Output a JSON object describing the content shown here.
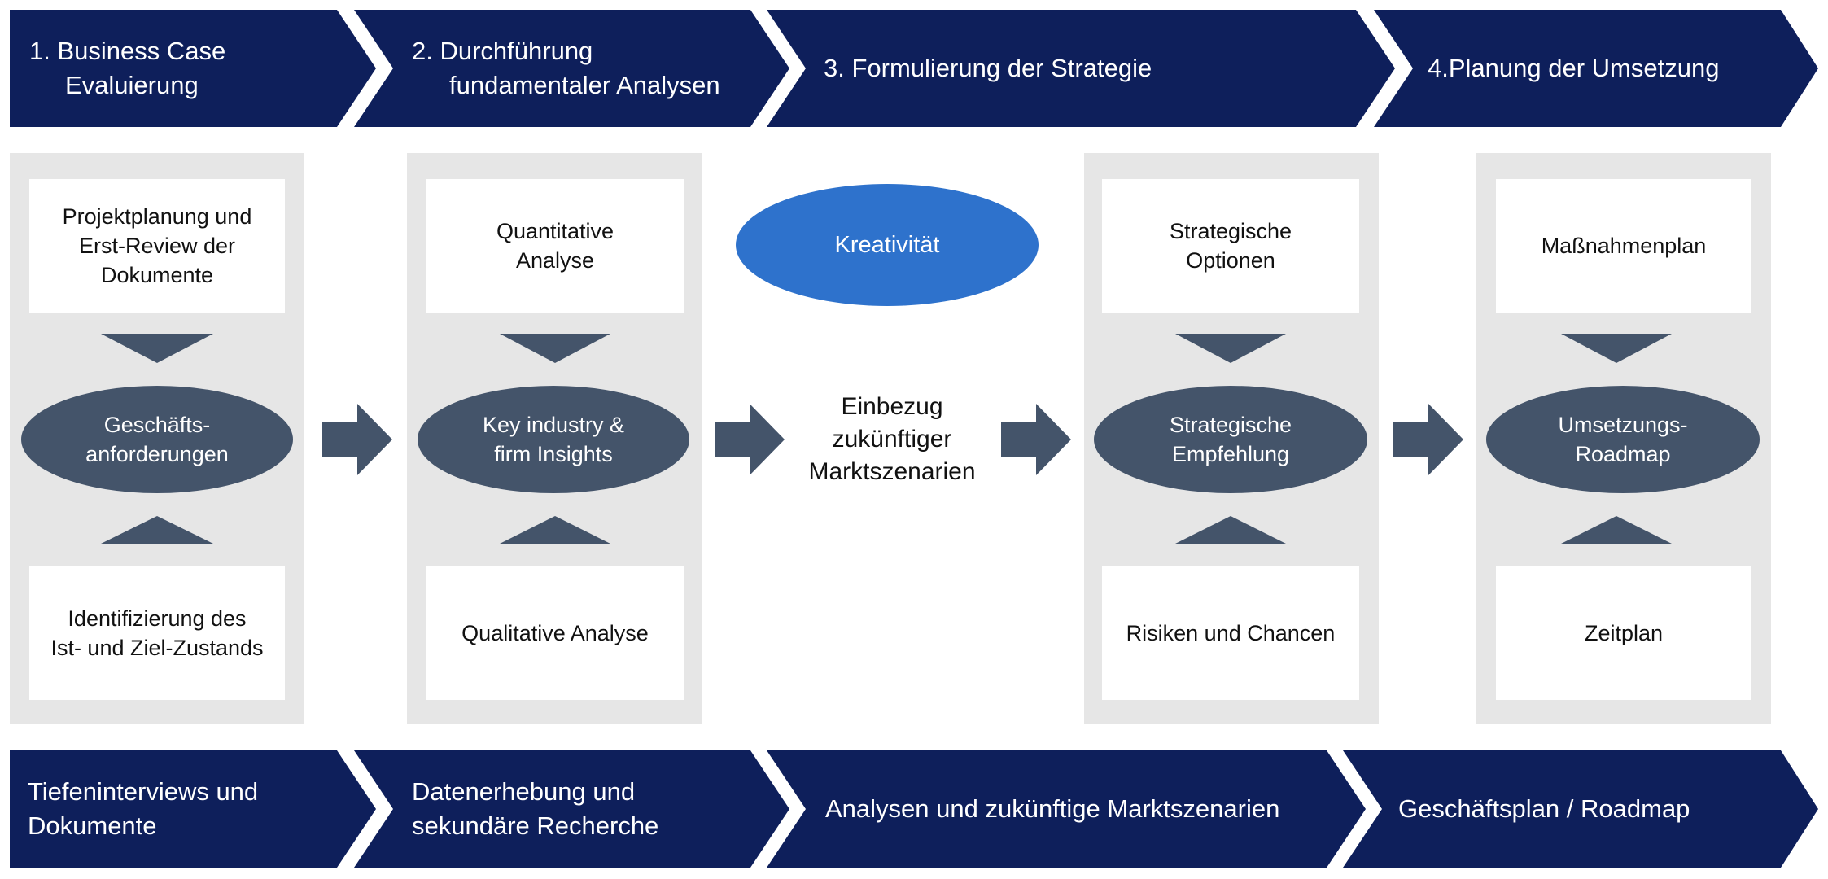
{
  "colors": {
    "navy": "#0e1f5b",
    "slate": "#44546a",
    "panel_gray": "#e6e6e6",
    "accent_blue": "#2e72cc",
    "white": "#ffffff"
  },
  "phases": [
    {
      "line1": "1. Business Case",
      "line2": "Evaluierung"
    },
    {
      "line1": "2. Durchführung",
      "line2": "fundamentaler Analysen"
    },
    {
      "line1": "3. Formulierung der Strategie"
    },
    {
      "line1": "4.Planung der Umsetzung"
    }
  ],
  "columns": [
    {
      "top_box": [
        "Projektplanung und",
        "Erst-Review der",
        "Dokumente"
      ],
      "hub": [
        "Geschäfts-",
        "anforderungen"
      ],
      "bottom_box": [
        "Identifizierung des",
        "Ist- und Ziel-Zustands"
      ]
    },
    {
      "top_box": [
        "Quantitative",
        "Analyse"
      ],
      "hub": [
        "Key industry &",
        "firm Insights"
      ],
      "bottom_box": [
        "Qualitative Analyse"
      ]
    },
    {
      "top_box": [
        "Strategische",
        "Optionen"
      ],
      "hub": [
        "Strategische",
        "Empfehlung"
      ],
      "bottom_box": [
        "Risiken und Chancen"
      ]
    },
    {
      "top_box": [
        "Maßnahmenplan"
      ],
      "hub": [
        "Umsetzungs-",
        "Roadmap"
      ],
      "bottom_box": [
        "Zeitplan"
      ]
    }
  ],
  "center": {
    "creativity": "Kreativität",
    "scenario": [
      "Einbezug",
      "zukünftiger",
      "Marktszenarien"
    ]
  },
  "methods": [
    {
      "line1": "Tiefeninterviews und",
      "line2": "Dokumente"
    },
    {
      "line1": "Datenerhebung und",
      "line2": "sekundäre Recherche"
    },
    {
      "line1": "Analysen und zukünftige Marktszenarien"
    },
    {
      "line1": "Geschäftsplan / Roadmap"
    }
  ]
}
